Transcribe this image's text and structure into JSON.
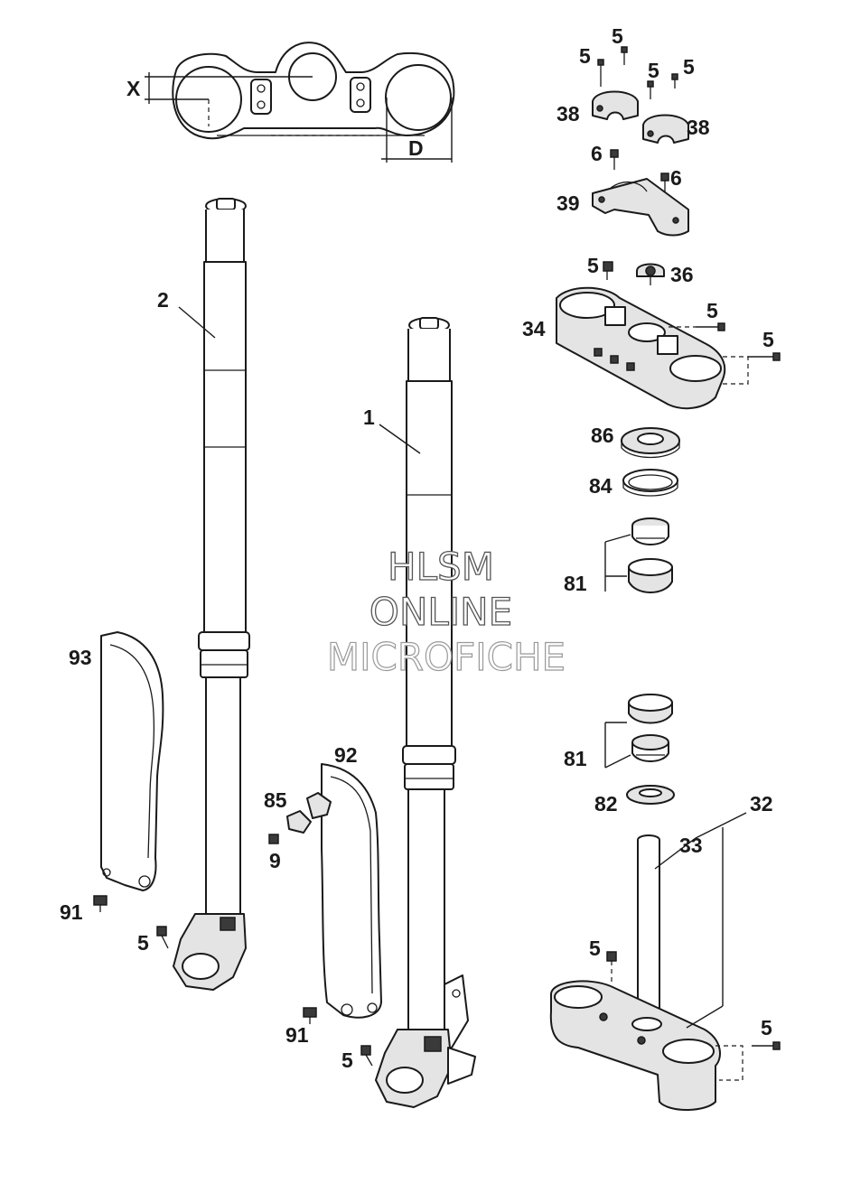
{
  "diagram": {
    "dimension_labels": {
      "x": "X",
      "d": "D"
    },
    "callouts": {
      "c5a": "5",
      "c5b": "5",
      "c5c": "5",
      "c5d": "5",
      "c38a": "38",
      "c38b": "38",
      "c6a": "6",
      "c6b": "6",
      "c39": "39",
      "c5e": "5",
      "c36": "36",
      "c34": "34",
      "c5f": "5",
      "c5g": "5",
      "c86": "86",
      "c84": "84",
      "c81a": "81",
      "c2": "2",
      "c1": "1",
      "c93": "93",
      "c92": "92",
      "c85": "85",
      "c9": "9",
      "c91a": "91",
      "c5h": "5",
      "c91b": "91",
      "c5i": "5",
      "c81b": "81",
      "c82": "82",
      "c32": "32",
      "c33": "33",
      "c5j": "5",
      "c5k": "5"
    },
    "watermark": [
      "HLSM",
      "ONLINE",
      "MICROFICHE"
    ]
  }
}
